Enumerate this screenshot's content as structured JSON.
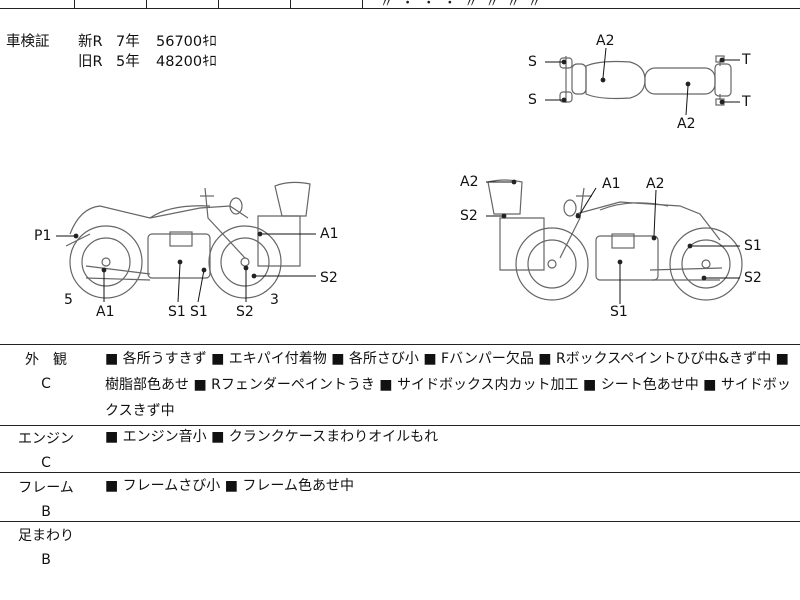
{
  "header": {
    "fragment": "〃 ・ ・ ・ 〃 〃 〃 〃"
  },
  "registration": {
    "label": "車検証",
    "rows": [
      {
        "grade": "新R",
        "years": "7年",
        "mileage": "56700ｷﾛ"
      },
      {
        "grade": "旧R",
        "years": "5年",
        "mileage": "48200ｷﾛ"
      }
    ]
  },
  "diagram_labels": {
    "top_s1": "S",
    "top_s2": "S",
    "top_a2a": "A2",
    "top_a2b": "A2",
    "top_t1": "T",
    "top_t2": "T",
    "left_p1": "P1",
    "left_a1r": "A1",
    "left_s2r": "S2",
    "left_n5": "5",
    "left_a1b": "A1",
    "left_s1a": "S1",
    "left_s1b": "S1",
    "left_s2b": "S2",
    "left_n3": "3",
    "right_a2t": "A2",
    "right_s2l": "S2",
    "right_a1": "A1",
    "right_a2": "A2",
    "right_s1r": "S1",
    "right_s2r": "S2",
    "right_s1b": "S1"
  },
  "inspection": [
    {
      "category": "外　観",
      "grade": "C",
      "remarks": "■ 各所うすきず ■ エキパイ付着物 ■ 各所さび小 ■ Fバンパー欠品 ■ Rボックスペイントひび中&きず中 ■ 樹脂部色あせ ■ Rフェンダーペイントうき ■ サイドボックス内カット加工 ■ シート色あせ中 ■ サイドボックスきず中"
    },
    {
      "category": "エンジン",
      "grade": "C",
      "remarks": "■ エンジン音小 ■ クランクケースまわりオイルもれ"
    },
    {
      "category": "フレーム",
      "grade": "B",
      "remarks": "■ フレームさび小 ■ フレーム色あせ中"
    },
    {
      "category": "足まわり",
      "grade": "B",
      "remarks": ""
    }
  ]
}
